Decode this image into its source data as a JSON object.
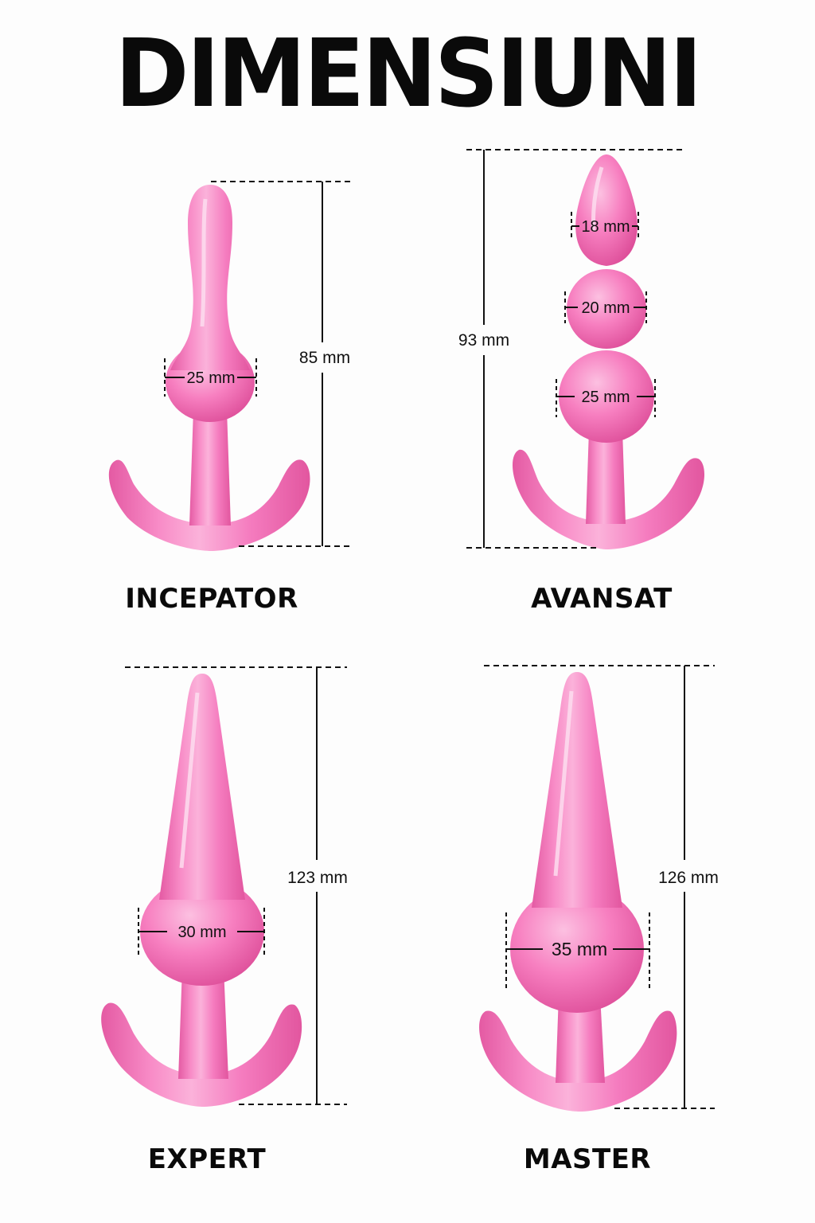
{
  "title": "DIMENSIUNI",
  "colors": {
    "product_pink": "#f77fc0",
    "product_pink_dark": "#e85aa6",
    "text": "#0a0a0a",
    "background": "#fdfdfd"
  },
  "products": [
    {
      "name": "INCEPATOR",
      "length": "85 mm",
      "widths": [
        "25 mm"
      ]
    },
    {
      "name": "AVANSAT",
      "length": "93 mm",
      "widths": [
        "18 mm",
        "20 mm",
        "25 mm"
      ]
    },
    {
      "name": "EXPERT",
      "length": "123 mm",
      "widths": [
        "30 mm"
      ]
    },
    {
      "name": "MASTER",
      "length": "126 mm",
      "widths": [
        "35 mm"
      ]
    }
  ]
}
